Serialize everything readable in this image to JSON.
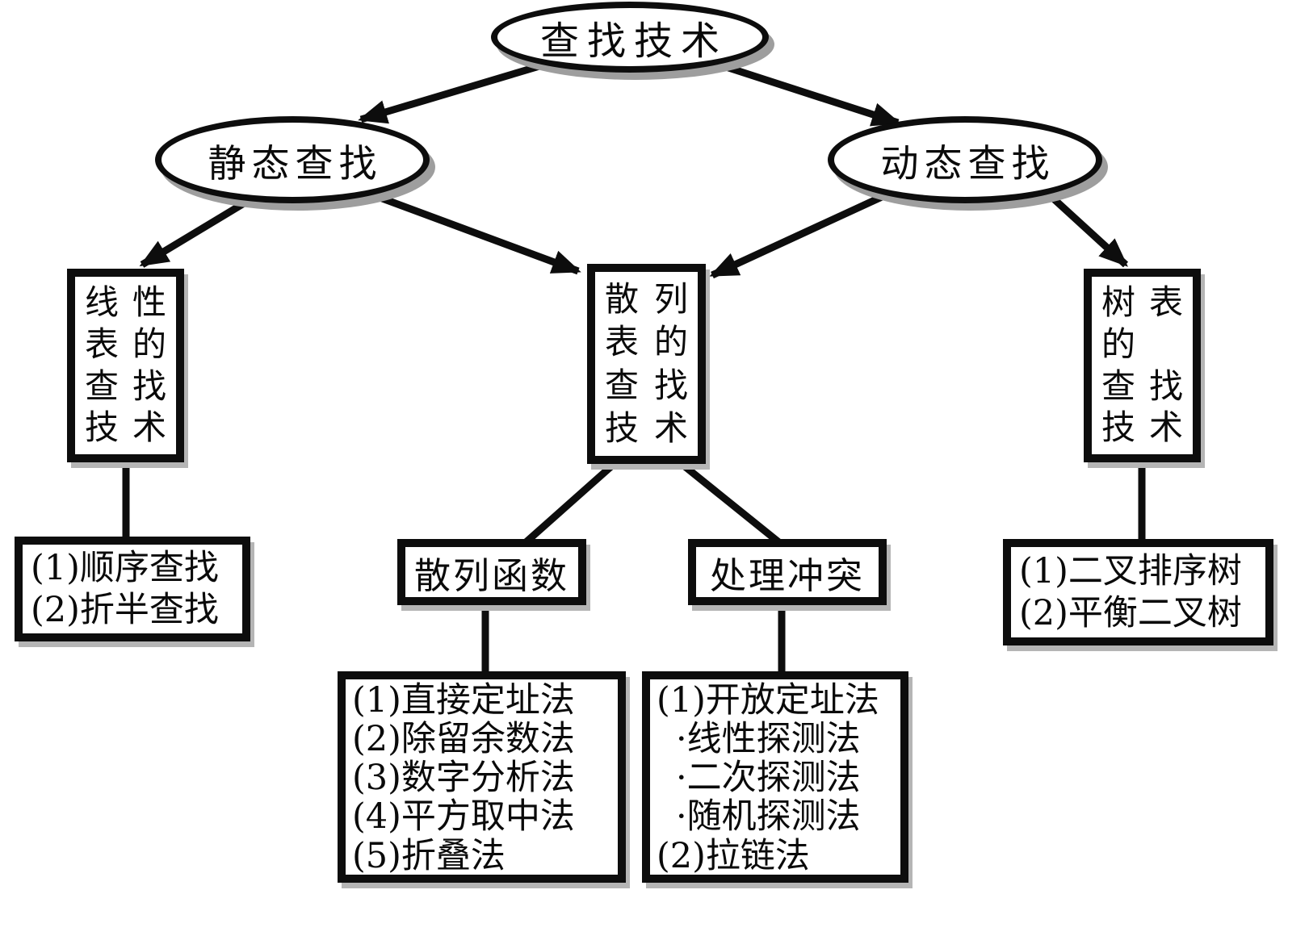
{
  "nodes": {
    "root": {
      "label": "查找技术"
    },
    "static_search": {
      "label": "静态查找"
    },
    "dynamic_search": {
      "label": "动态查找"
    },
    "linear_table": {
      "lines": [
        "线性",
        "表的",
        "查找",
        "技术"
      ]
    },
    "hash_table": {
      "lines": [
        "散列",
        "表的",
        "查找",
        "技术"
      ]
    },
    "tree_table": {
      "lines": [
        "树表",
        "的",
        "查找",
        "技术"
      ]
    },
    "linear_methods": {
      "lines": [
        "(1)顺序查找",
        "(2)折半查找"
      ]
    },
    "hash_function": {
      "label": "散列函数"
    },
    "conflict_handling": {
      "label": "处理冲突"
    },
    "tree_methods": {
      "lines": [
        "(1)二叉排序树",
        "(2)平衡二叉树"
      ]
    },
    "hash_function_methods": {
      "lines": [
        "(1)直接定址法",
        "(2)除留余数法",
        "(3)数字分析法",
        "(4)平方取中法",
        "(5)折叠法"
      ]
    },
    "conflict_methods": {
      "lines": [
        "(1)开放定址法",
        "·线性探测法",
        "·二次探测法",
        "·随机探测法",
        "(2)拉链法"
      ]
    }
  },
  "colors": {
    "stroke": "#0d0d0d",
    "node_fill": "#ffffff",
    "ellipse_shadow": "#9e9e9e",
    "box_shadow": "#b5b5b5",
    "text": "#0a0a0a",
    "background": "#ffffff"
  }
}
